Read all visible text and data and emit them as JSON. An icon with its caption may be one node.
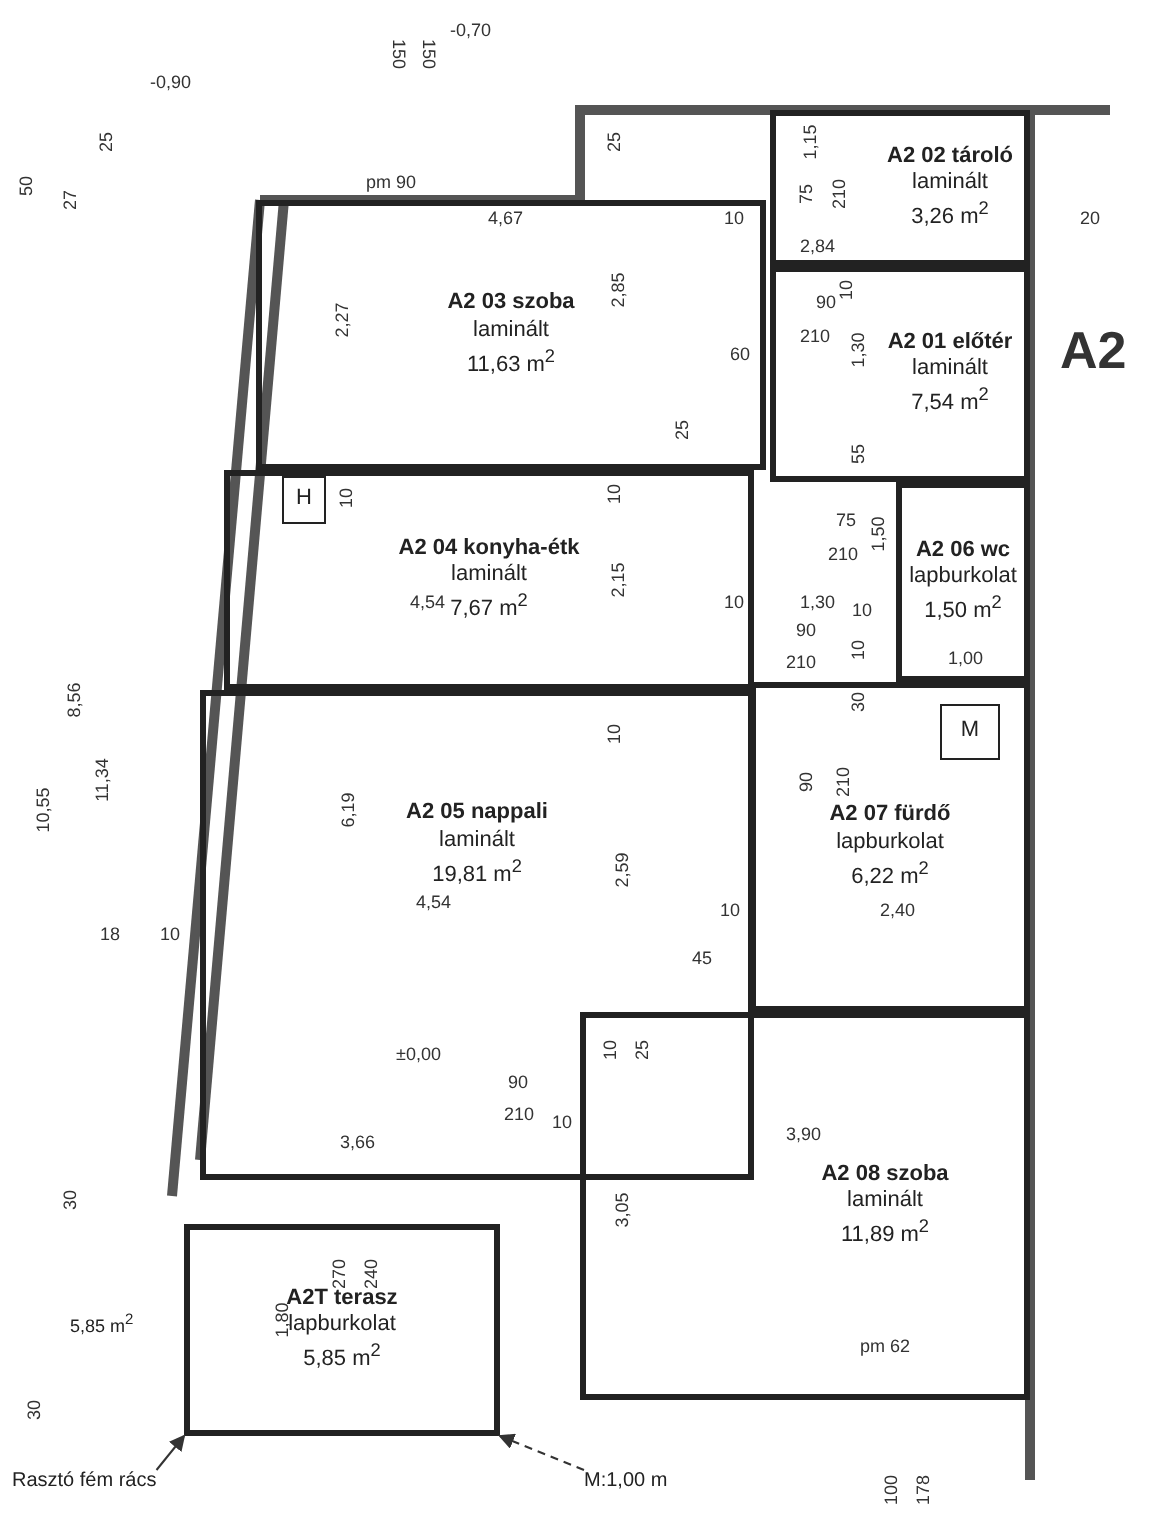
{
  "diagram": {
    "nodes": [
      {
        "text": [
          "A2 03 szoba",
          "laminált",
          "11,63 m$^{2}$"
        ]
      },
      {
        "text": [
          "A2 02 tároló",
          "laminált",
          "3,26 m$^{2}$"
        ]
      },
      {
        "text": [
          "A2 01 előtér",
          "laminált",
          "7,54 m$^{2}$"
        ]
      },
      {
        "text": [
          "A2 04 konyha-étk",
          "laminált",
          "7,67 m$^{2}$"
        ]
      },
      {
        "text": [
          "H"
        ],
        "in": 3
      },
      {
        "text": [
          "A2 06 wc",
          "lapburkolat",
          "1,50 m$^{2}$"
        ]
      },
      {
        "text": [
          "A2 05 nappali",
          "laminált",
          "19,81 m$^{2}$"
        ]
      },
      {
        "text": [
          "A2 07 fürdő",
          "lapburkolat",
          "6,22 m$^{2}$"
        ]
      },
      {
        "text": [
          "M"
        ],
        "in": 7
      },
      {
        "text": [
          "A2 08 szoba",
          "laminált",
          "11,89 m$^{2}$"
        ]
      },
      {
        "text": [
          "A2T terasz",
          "lapburkolat",
          "5,85 m$^{2}$"
        ],
        "beside": [
          "5,85 m$^{2}$"
        ]
      },
      {
        "text": [
          "Rasztó fém rács"
        ]
      },
      {
        "text": [
          "M:1,00 m"
        ]
      }
    ],
    "edges": [
      {
        "from": 11,
        "to": 10,
        "arrow": "to"
      },
      {
        "from": 12,
        "to": 10,
        "arrow": "to",
        "style": "dashed"
      }
    ],
    "labels": [
      "-0,70",
      "150",
      "150",
      "-0,90",
      "25",
      "27",
      "50",
      "pm 90",
      "4,67",
      "2,27",
      "25",
      "2,85",
      "10",
      "1,15",
      "75",
      "210",
      "2,84",
      "20",
      "10",
      "90",
      "210",
      "1,30",
      "60",
      "25",
      "55",
      "10",
      "10",
      "4,54",
      "2,15",
      "75",
      "210",
      "1,50",
      "10",
      "1,30",
      "10",
      "1,00",
      "90",
      "210",
      "10",
      "30",
      "10",
      "90",
      "210",
      "8,56",
      "11,34",
      "10,55",
      "6,19",
      "4,54",
      "2,59",
      "10",
      "2,40",
      "45",
      "18",
      "10",
      "±0,00",
      "90",
      "210",
      "10",
      "3,66",
      "30",
      "270",
      "240",
      "1,80",
      "3,90",
      "3,05",
      "pm 62",
      "100",
      "178",
      "30",
      "10",
      "25",
      "A2"
    ]
  }
}
